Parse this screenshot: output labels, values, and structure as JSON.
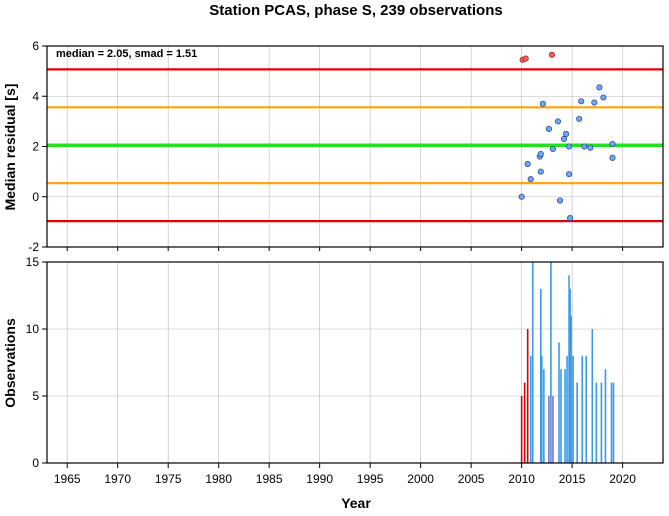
{
  "title": "Station PCAS, phase S, 239 observations",
  "colors": {
    "median_line": "#22e022",
    "smad_line": "#ffa500",
    "outer_line": "#e00000",
    "point_fill": "#6fa8f0",
    "outlier_fill": "#f06060",
    "bar_normal": "#3a9ae8",
    "bar_outlier": "#e00000",
    "bar_mixed": "#8a70c0",
    "grid": "#bbbbbb"
  },
  "chart_data": [
    {
      "type": "scatter",
      "ylabel": "Median residual [s]",
      "annotation": "median = 2.05, smad = 1.51",
      "xlim": [
        1963,
        2024
      ],
      "ylim": [
        -2,
        6
      ],
      "yticks": [
        -2,
        0,
        2,
        4,
        6
      ],
      "grid": true,
      "hlines": {
        "median": 2.05,
        "inner": [
          0.54,
          3.56
        ],
        "outer": [
          -0.97,
          5.07
        ]
      },
      "points": [
        {
          "x": 2010.0,
          "y": 0.0
        },
        {
          "x": 2010.6,
          "y": 1.3
        },
        {
          "x": 2010.9,
          "y": 0.7
        },
        {
          "x": 2011.8,
          "y": 1.6
        },
        {
          "x": 2011.9,
          "y": 1.7
        },
        {
          "x": 2011.9,
          "y": 1.0
        },
        {
          "x": 2012.1,
          "y": 3.7
        },
        {
          "x": 2012.7,
          "y": 2.7
        },
        {
          "x": 2013.1,
          "y": 1.9
        },
        {
          "x": 2013.6,
          "y": 3.0
        },
        {
          "x": 2013.8,
          "y": -0.15
        },
        {
          "x": 2014.2,
          "y": 2.3
        },
        {
          "x": 2014.4,
          "y": 2.5
        },
        {
          "x": 2014.7,
          "y": 0.9
        },
        {
          "x": 2014.8,
          "y": -0.85
        },
        {
          "x": 2014.7,
          "y": 2.0
        },
        {
          "x": 2015.7,
          "y": 3.1
        },
        {
          "x": 2015.9,
          "y": 3.8
        },
        {
          "x": 2016.2,
          "y": 2.0
        },
        {
          "x": 2016.8,
          "y": 1.95
        },
        {
          "x": 2017.2,
          "y": 3.75
        },
        {
          "x": 2017.7,
          "y": 4.35
        },
        {
          "x": 2018.1,
          "y": 3.95
        },
        {
          "x": 2019.0,
          "y": 2.1
        },
        {
          "x": 2019.0,
          "y": 1.55
        }
      ],
      "outliers": [
        {
          "x": 2010.1,
          "y": 5.45
        },
        {
          "x": 2010.4,
          "y": 5.5
        },
        {
          "x": 2013.0,
          "y": 5.65
        }
      ]
    },
    {
      "type": "bar",
      "xlabel": "Year",
      "ylabel": "Observations",
      "xlim": [
        1963,
        2024
      ],
      "ylim": [
        0,
        15
      ],
      "yticks": [
        0,
        5,
        10,
        15
      ],
      "xticks": [
        "1965",
        "1970",
        "1975",
        "1980",
        "1985",
        "1990",
        "1995",
        "2000",
        "2005",
        "2010",
        "2015",
        "2020"
      ],
      "grid": true,
      "bars": [
        {
          "x": 2010.0,
          "v": 5,
          "kind": "outlier"
        },
        {
          "x": 2010.3,
          "v": 6,
          "kind": "outlier"
        },
        {
          "x": 2010.6,
          "v": 10,
          "kind": "outlier"
        },
        {
          "x": 2010.9,
          "v": 8,
          "kind": "normal"
        },
        {
          "x": 2011.1,
          "v": 15,
          "kind": "normal"
        },
        {
          "x": 2011.9,
          "v": 13,
          "kind": "normal"
        },
        {
          "x": 2012.0,
          "v": 8,
          "kind": "normal"
        },
        {
          "x": 2012.2,
          "v": 7,
          "kind": "normal"
        },
        {
          "x": 2012.7,
          "v": 5,
          "kind": "mixed"
        },
        {
          "x": 2012.9,
          "v": 15,
          "kind": "normal"
        },
        {
          "x": 2013.1,
          "v": 5,
          "kind": "mixed"
        },
        {
          "x": 2013.7,
          "v": 9,
          "kind": "normal"
        },
        {
          "x": 2013.9,
          "v": 7,
          "kind": "normal"
        },
        {
          "x": 2014.3,
          "v": 7,
          "kind": "normal"
        },
        {
          "x": 2014.5,
          "v": 8,
          "kind": "normal"
        },
        {
          "x": 2014.7,
          "v": 14,
          "kind": "normal"
        },
        {
          "x": 2014.8,
          "v": 13,
          "kind": "normal"
        },
        {
          "x": 2014.9,
          "v": 11,
          "kind": "normal"
        },
        {
          "x": 2015.1,
          "v": 8,
          "kind": "normal"
        },
        {
          "x": 2015.5,
          "v": 6,
          "kind": "normal"
        },
        {
          "x": 2016.0,
          "v": 8,
          "kind": "normal"
        },
        {
          "x": 2016.4,
          "v": 8,
          "kind": "normal"
        },
        {
          "x": 2017.0,
          "v": 10,
          "kind": "normal"
        },
        {
          "x": 2017.4,
          "v": 6,
          "kind": "normal"
        },
        {
          "x": 2017.9,
          "v": 6,
          "kind": "normal"
        },
        {
          "x": 2018.3,
          "v": 7,
          "kind": "normal"
        },
        {
          "x": 2018.9,
          "v": 6,
          "kind": "normal"
        },
        {
          "x": 2019.1,
          "v": 6,
          "kind": "normal"
        }
      ]
    }
  ]
}
